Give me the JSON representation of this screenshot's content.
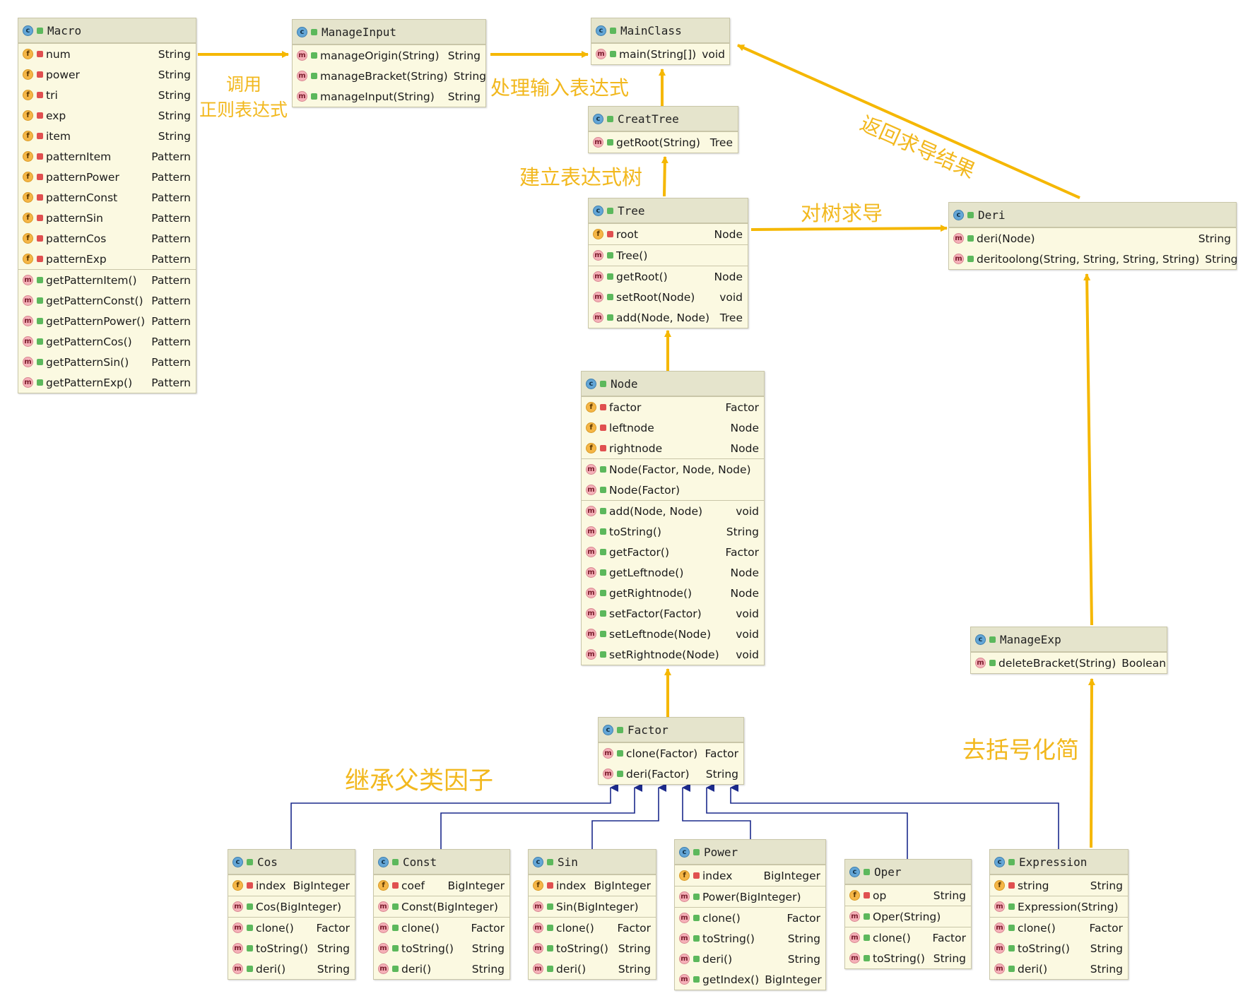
{
  "classes": [
    {
      "key": "macro",
      "name": "Macro",
      "sections": [
        [
          {
            "kind": "f",
            "vis": "private",
            "name": "num",
            "type": "String"
          },
          {
            "kind": "f",
            "vis": "private",
            "name": "power",
            "type": "String"
          },
          {
            "kind": "f",
            "vis": "private",
            "name": "tri",
            "type": "String"
          },
          {
            "kind": "f",
            "vis": "private",
            "name": "exp",
            "type": "String"
          },
          {
            "kind": "f",
            "vis": "private",
            "name": "item",
            "type": "String"
          },
          {
            "kind": "f",
            "vis": "private",
            "name": "patternItem",
            "type": "Pattern"
          },
          {
            "kind": "f",
            "vis": "private",
            "name": "patternPower",
            "type": "Pattern"
          },
          {
            "kind": "f",
            "vis": "private",
            "name": "patternConst",
            "type": "Pattern"
          },
          {
            "kind": "f",
            "vis": "private",
            "name": "patternSin",
            "type": "Pattern"
          },
          {
            "kind": "f",
            "vis": "private",
            "name": "patternCos",
            "type": "Pattern"
          },
          {
            "kind": "f",
            "vis": "private",
            "name": "patternExp",
            "type": "Pattern"
          }
        ],
        [
          {
            "kind": "m",
            "vis": "public",
            "name": "getPatternItem()",
            "type": "Pattern"
          },
          {
            "kind": "m",
            "vis": "public",
            "name": "getPatternConst()",
            "type": "Pattern"
          },
          {
            "kind": "m",
            "vis": "public",
            "name": "getPatternPower()",
            "type": "Pattern"
          },
          {
            "kind": "m",
            "vis": "public",
            "name": "getPatternCos()",
            "type": "Pattern"
          },
          {
            "kind": "m",
            "vis": "public",
            "name": "getPatternSin()",
            "type": "Pattern"
          },
          {
            "kind": "m",
            "vis": "public",
            "name": "getPatternExp()",
            "type": "Pattern"
          }
        ]
      ]
    },
    {
      "key": "manageinput",
      "name": "ManageInput",
      "sections": [
        [
          {
            "kind": "m",
            "vis": "public",
            "name": "manageOrigin(String)",
            "type": "String"
          },
          {
            "kind": "m",
            "vis": "public",
            "name": "manageBracket(String)",
            "type": "String"
          },
          {
            "kind": "m",
            "vis": "public",
            "name": "manageInput(String)",
            "type": "String"
          }
        ]
      ]
    },
    {
      "key": "mainclass",
      "name": "MainClass",
      "sections": [
        [
          {
            "kind": "m",
            "vis": "public",
            "name": "main(String[])",
            "type": "void"
          }
        ]
      ]
    },
    {
      "key": "creattree",
      "name": "CreatTree",
      "sections": [
        [
          {
            "kind": "m",
            "vis": "public",
            "name": "getRoot(String)",
            "type": "Tree"
          }
        ]
      ]
    },
    {
      "key": "tree",
      "name": "Tree",
      "sections": [
        [
          {
            "kind": "f",
            "vis": "private",
            "name": "root",
            "type": "Node"
          }
        ],
        [
          {
            "kind": "m",
            "vis": "public",
            "name": "Tree()",
            "type": ""
          }
        ],
        [
          {
            "kind": "m",
            "vis": "public",
            "name": "getRoot()",
            "type": "Node"
          },
          {
            "kind": "m",
            "vis": "public",
            "name": "setRoot(Node)",
            "type": "void"
          },
          {
            "kind": "m",
            "vis": "public",
            "name": "add(Node, Node)",
            "type": "Tree"
          }
        ]
      ]
    },
    {
      "key": "deri",
      "name": "Deri",
      "sections": [
        [
          {
            "kind": "m",
            "vis": "public",
            "name": "deri(Node)",
            "type": "String"
          },
          {
            "kind": "m",
            "vis": "public",
            "name": "deritoolong(String, String, String, String)",
            "type": "String"
          }
        ]
      ]
    },
    {
      "key": "node",
      "name": "Node",
      "sections": [
        [
          {
            "kind": "f",
            "vis": "private",
            "name": "factor",
            "type": "Factor"
          },
          {
            "kind": "f",
            "vis": "private",
            "name": "leftnode",
            "type": "Node"
          },
          {
            "kind": "f",
            "vis": "private",
            "name": "rightnode",
            "type": "Node"
          }
        ],
        [
          {
            "kind": "m",
            "vis": "public",
            "name": "Node(Factor, Node, Node)",
            "type": ""
          },
          {
            "kind": "m",
            "vis": "public",
            "name": "Node(Factor)",
            "type": ""
          }
        ],
        [
          {
            "kind": "m",
            "vis": "public",
            "name": "add(Node, Node)",
            "type": "void"
          },
          {
            "kind": "m",
            "vis": "public",
            "name": "toString()",
            "type": "String"
          },
          {
            "kind": "m",
            "vis": "public",
            "name": "getFactor()",
            "type": "Factor"
          },
          {
            "kind": "m",
            "vis": "public",
            "name": "getLeftnode()",
            "type": "Node"
          },
          {
            "kind": "m",
            "vis": "public",
            "name": "getRightnode()",
            "type": "Node"
          },
          {
            "kind": "m",
            "vis": "public",
            "name": "setFactor(Factor)",
            "type": "void"
          },
          {
            "kind": "m",
            "vis": "public",
            "name": "setLeftnode(Node)",
            "type": "void"
          },
          {
            "kind": "m",
            "vis": "public",
            "name": "setRightnode(Node)",
            "type": "void"
          }
        ]
      ]
    },
    {
      "key": "manageexp",
      "name": "ManageExp",
      "sections": [
        [
          {
            "kind": "m",
            "vis": "public",
            "name": "deleteBracket(String)",
            "type": "Boolean"
          }
        ]
      ]
    },
    {
      "key": "factor",
      "name": "Factor",
      "sections": [
        [
          {
            "kind": "m",
            "vis": "public",
            "name": "clone(Factor)",
            "type": "Factor"
          },
          {
            "kind": "m",
            "vis": "public",
            "name": "deri(Factor)",
            "type": "String"
          }
        ]
      ]
    },
    {
      "key": "cos",
      "name": "Cos",
      "sections": [
        [
          {
            "kind": "f",
            "vis": "private",
            "name": "index",
            "type": "BigInteger"
          }
        ],
        [
          {
            "kind": "m",
            "vis": "public",
            "name": "Cos(BigInteger)",
            "type": ""
          }
        ],
        [
          {
            "kind": "m",
            "vis": "public",
            "name": "clone()",
            "type": "Factor"
          },
          {
            "kind": "m",
            "vis": "public",
            "name": "toString()",
            "type": "String"
          },
          {
            "kind": "m",
            "vis": "public",
            "name": "deri()",
            "type": "String"
          }
        ]
      ]
    },
    {
      "key": "const",
      "name": "Const",
      "sections": [
        [
          {
            "kind": "f",
            "vis": "private",
            "name": "coef",
            "type": "BigInteger"
          }
        ],
        [
          {
            "kind": "m",
            "vis": "public",
            "name": "Const(BigInteger)",
            "type": ""
          }
        ],
        [
          {
            "kind": "m",
            "vis": "public",
            "name": "clone()",
            "type": "Factor"
          },
          {
            "kind": "m",
            "vis": "public",
            "name": "toString()",
            "type": "String"
          },
          {
            "kind": "m",
            "vis": "public",
            "name": "deri()",
            "type": "String"
          }
        ]
      ]
    },
    {
      "key": "sin",
      "name": "Sin",
      "sections": [
        [
          {
            "kind": "f",
            "vis": "private",
            "name": "index",
            "type": "BigInteger"
          }
        ],
        [
          {
            "kind": "m",
            "vis": "public",
            "name": "Sin(BigInteger)",
            "type": ""
          }
        ],
        [
          {
            "kind": "m",
            "vis": "public",
            "name": "clone()",
            "type": "Factor"
          },
          {
            "kind": "m",
            "vis": "public",
            "name": "toString()",
            "type": "String"
          },
          {
            "kind": "m",
            "vis": "public",
            "name": "deri()",
            "type": "String"
          }
        ]
      ]
    },
    {
      "key": "power",
      "name": "Power",
      "sections": [
        [
          {
            "kind": "f",
            "vis": "private",
            "name": "index",
            "type": "BigInteger"
          }
        ],
        [
          {
            "kind": "m",
            "vis": "public",
            "name": "Power(BigInteger)",
            "type": ""
          }
        ],
        [
          {
            "kind": "m",
            "vis": "public",
            "name": "clone()",
            "type": "Factor"
          },
          {
            "kind": "m",
            "vis": "public",
            "name": "toString()",
            "type": "String"
          },
          {
            "kind": "m",
            "vis": "public",
            "name": "deri()",
            "type": "String"
          },
          {
            "kind": "m",
            "vis": "public",
            "name": "getIndex()",
            "type": "BigInteger"
          }
        ]
      ]
    },
    {
      "key": "oper",
      "name": "Oper",
      "sections": [
        [
          {
            "kind": "f",
            "vis": "private",
            "name": "op",
            "type": "String"
          }
        ],
        [
          {
            "kind": "m",
            "vis": "public",
            "name": "Oper(String)",
            "type": ""
          }
        ],
        [
          {
            "kind": "m",
            "vis": "public",
            "name": "clone()",
            "type": "Factor"
          },
          {
            "kind": "m",
            "vis": "public",
            "name": "toString()",
            "type": "String"
          }
        ]
      ]
    },
    {
      "key": "expression",
      "name": "Expression",
      "sections": [
        [
          {
            "kind": "f",
            "vis": "private",
            "name": "string",
            "type": "String"
          }
        ],
        [
          {
            "kind": "m",
            "vis": "public",
            "name": "Expression(String)",
            "type": ""
          }
        ],
        [
          {
            "kind": "m",
            "vis": "public",
            "name": "clone()",
            "type": "Factor"
          },
          {
            "kind": "m",
            "vis": "public",
            "name": "toString()",
            "type": "String"
          },
          {
            "kind": "m",
            "vis": "public",
            "name": "deri()",
            "type": "String"
          }
        ]
      ]
    }
  ],
  "labels": {
    "call": "调用",
    "regex": "正则表达式",
    "process_input": "处理输入表达式",
    "return_result": "返回求导结果",
    "build_tree": "建立表达式树",
    "tree_deri": "对树求导",
    "simplify": "去括号化简",
    "inherit": "继承父类因子"
  },
  "colors": {
    "dependency_arrow": "#f5b700",
    "inheritance_arrow": "#1c2a8c",
    "label_text": "#f2b81e",
    "class_body": "#fbf9e1",
    "class_header": "#e5e4cc"
  }
}
